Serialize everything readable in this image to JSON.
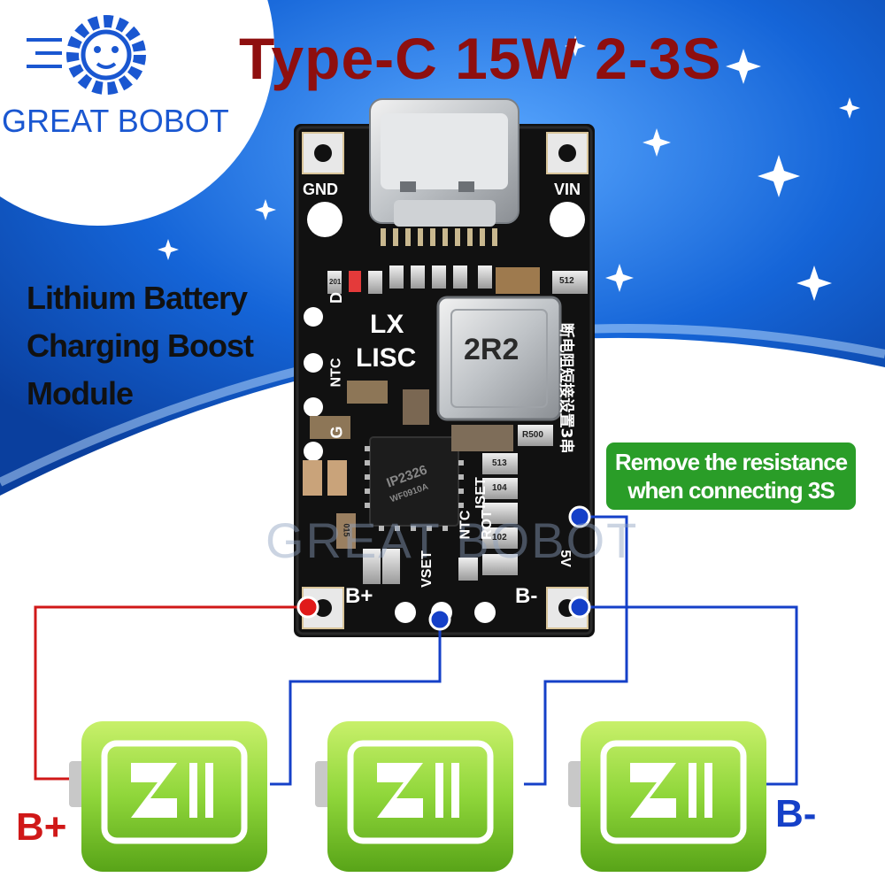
{
  "title": "Type-C 15W 2-3S",
  "brand": {
    "name": "GREAT BOBOT",
    "logo_icon": "gear-robot-icon",
    "watermark": "GREAT BOBOT"
  },
  "description": [
    "Lithium Battery",
    "Charging Boost",
    "Module"
  ],
  "board": {
    "pads": {
      "gnd": "GND",
      "vin": "VIN",
      "d": "D",
      "ntc": "NTC",
      "g": "G",
      "b_plus": "B+",
      "b_minus": "B-"
    },
    "silkscreen": {
      "lx": "LX",
      "lisc": "LISC",
      "inductor": "2R2",
      "chip": "IP2326",
      "chip_code": "WF0910A",
      "vset": "VSET",
      "ntc": "NTC",
      "iset": "ISET",
      "rot": "ROT",
      "r500": "R500",
      "r513": "513",
      "r104": "104",
      "r102": "102",
      "r512": "512",
      "r201": "201",
      "r015": "015",
      "r5v": "5V",
      "cn_label": "断电阻短接设置3串"
    }
  },
  "callout": [
    "Remove the resistance",
    "when connecting 3S"
  ],
  "bottom": {
    "b_plus": "B+",
    "b_minus": "B-"
  },
  "battery_icon": "battery-charging-icon",
  "colors": {
    "title": "#8e0f0f",
    "brand": "#1a57d1",
    "callout": "#2a9d28",
    "positive": "#d01818",
    "negative": "#1540c8",
    "battery": "#8fd63a",
    "board": "#101010",
    "sky": "#1565d8"
  }
}
